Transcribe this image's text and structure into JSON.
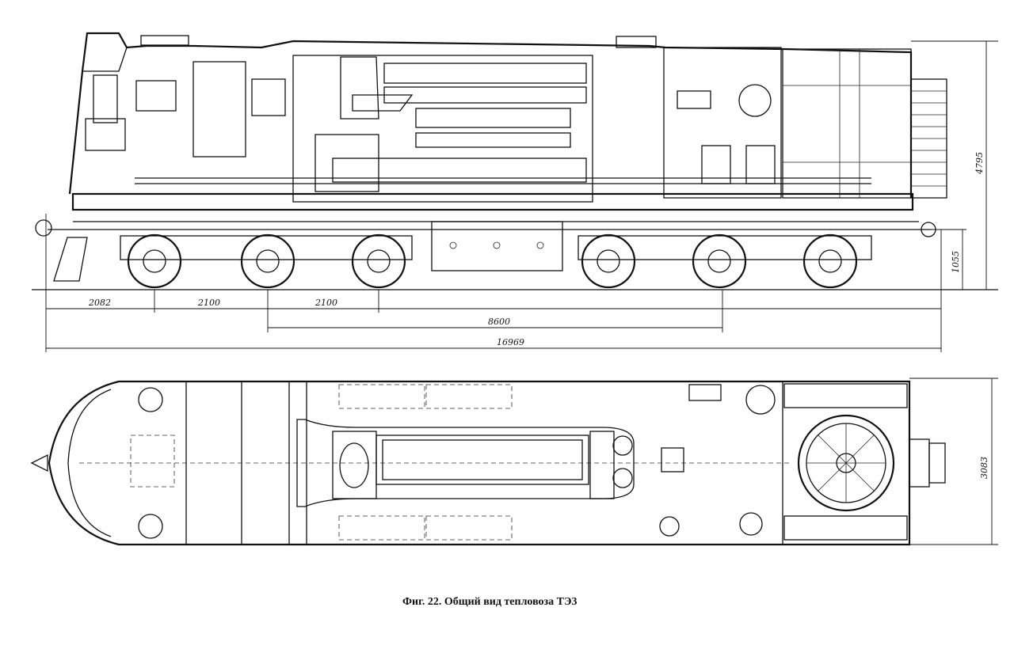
{
  "caption": "Фиг. 22. Общий вид тепловоза ТЭ3",
  "dimensions": {
    "front_overhang": "2082",
    "axle_spacing_1": "2100",
    "axle_spacing_2": "2100",
    "bogie_centers": "8600",
    "overall_length": "16969",
    "overall_height": "4795",
    "coupler_height": "1055",
    "body_width": "3083"
  }
}
